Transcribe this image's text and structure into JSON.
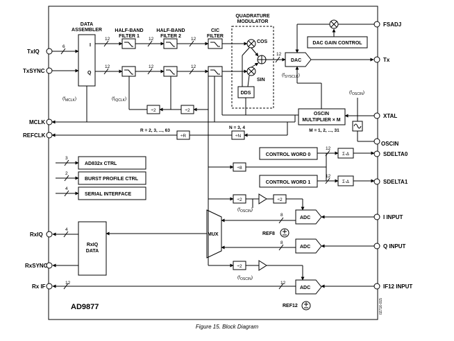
{
  "chip": {
    "name": "AD9877"
  },
  "caption": "Figure 15. Block Diagram",
  "doc_code": "02716-015",
  "pins": {
    "left": [
      "TxIQ",
      "TxSYNC",
      "MCLK",
      "REFCLK",
      "RxIQ",
      "RxSYNC",
      "Rx IF"
    ],
    "right": [
      "FSADJ",
      "Tx",
      "XTAL",
      "OSCIN",
      "SDELTA0",
      "SDELTA1",
      "I INPUT",
      "Q INPUT",
      "IF12 INPUT"
    ]
  },
  "blocks": {
    "data_assembler": {
      "title_1": "DATA",
      "title_2": "ASSEMBLER",
      "port_i": "I",
      "port_q": "Q",
      "clock": "(f",
      "clock_sub": "MCLK",
      "clock_end": ")"
    },
    "hbf1": {
      "title_1": "HALF-BAND",
      "title_2": "FILTER 1",
      "clock": "(f",
      "clock_sub": "IQCLK",
      "clock_end": ")"
    },
    "hbf2": {
      "title_1": "HALF-BAND",
      "title_2": "FILTER 2"
    },
    "cic": {
      "title_1": "CIC",
      "title_2": "FILTER"
    },
    "quad": {
      "title_1": "QUADRATURE",
      "title_2": "MODULATOR",
      "cos": "COS",
      "sin": "SIN",
      "dds": "DDS"
    },
    "dac": {
      "label": "DAC",
      "gain": "DAC GAIN CONTROL",
      "clock": "(f",
      "clock_sub": "SYSCLK",
      "clock_end": ")"
    },
    "oscin_mult": {
      "line_1": "OSCIN",
      "line_2": "MULTIPLIER × M",
      "m_range": "M = 1, 2, ..., 31",
      "clock": "(f",
      "clock_sub": "OSCIN",
      "clock_end": ")"
    },
    "dividers": {
      "div2_a": "÷2",
      "div2_b": "÷2",
      "r_range": "R = 2, 3, ..., 63",
      "div_r": "÷R",
      "n_range": "N = 3, 4",
      "div_n": "÷N",
      "div8": "÷8",
      "div2_c": "÷2",
      "div2_d": "÷2",
      "div2_e": "÷2"
    },
    "control_words": {
      "cw0": "CONTROL WORD 0",
      "cw1": "CONTROL WORD 1",
      "sd": "Σ-Δ"
    },
    "ctrl_blocks": [
      "AD832x CTRL",
      "BURST PROFILE CTRL",
      "SERIAL INTERFACE"
    ],
    "ctrl_bus_widths": [
      "3",
      "2",
      "4"
    ],
    "rxiq": {
      "line_1": "RxIQ",
      "line_2": "DATA"
    },
    "mux": {
      "label": "MUX"
    },
    "adc": {
      "label": "ADC"
    },
    "refs": {
      "ref8": "REF8",
      "ref12": "REF12"
    },
    "fosc_label": {
      "prefix": "(f",
      "sub": "OSCIN",
      "end": ")"
    }
  },
  "bus_widths": {
    "txiq": "6",
    "w12": "12",
    "w8": "8",
    "rxiq": "4"
  }
}
